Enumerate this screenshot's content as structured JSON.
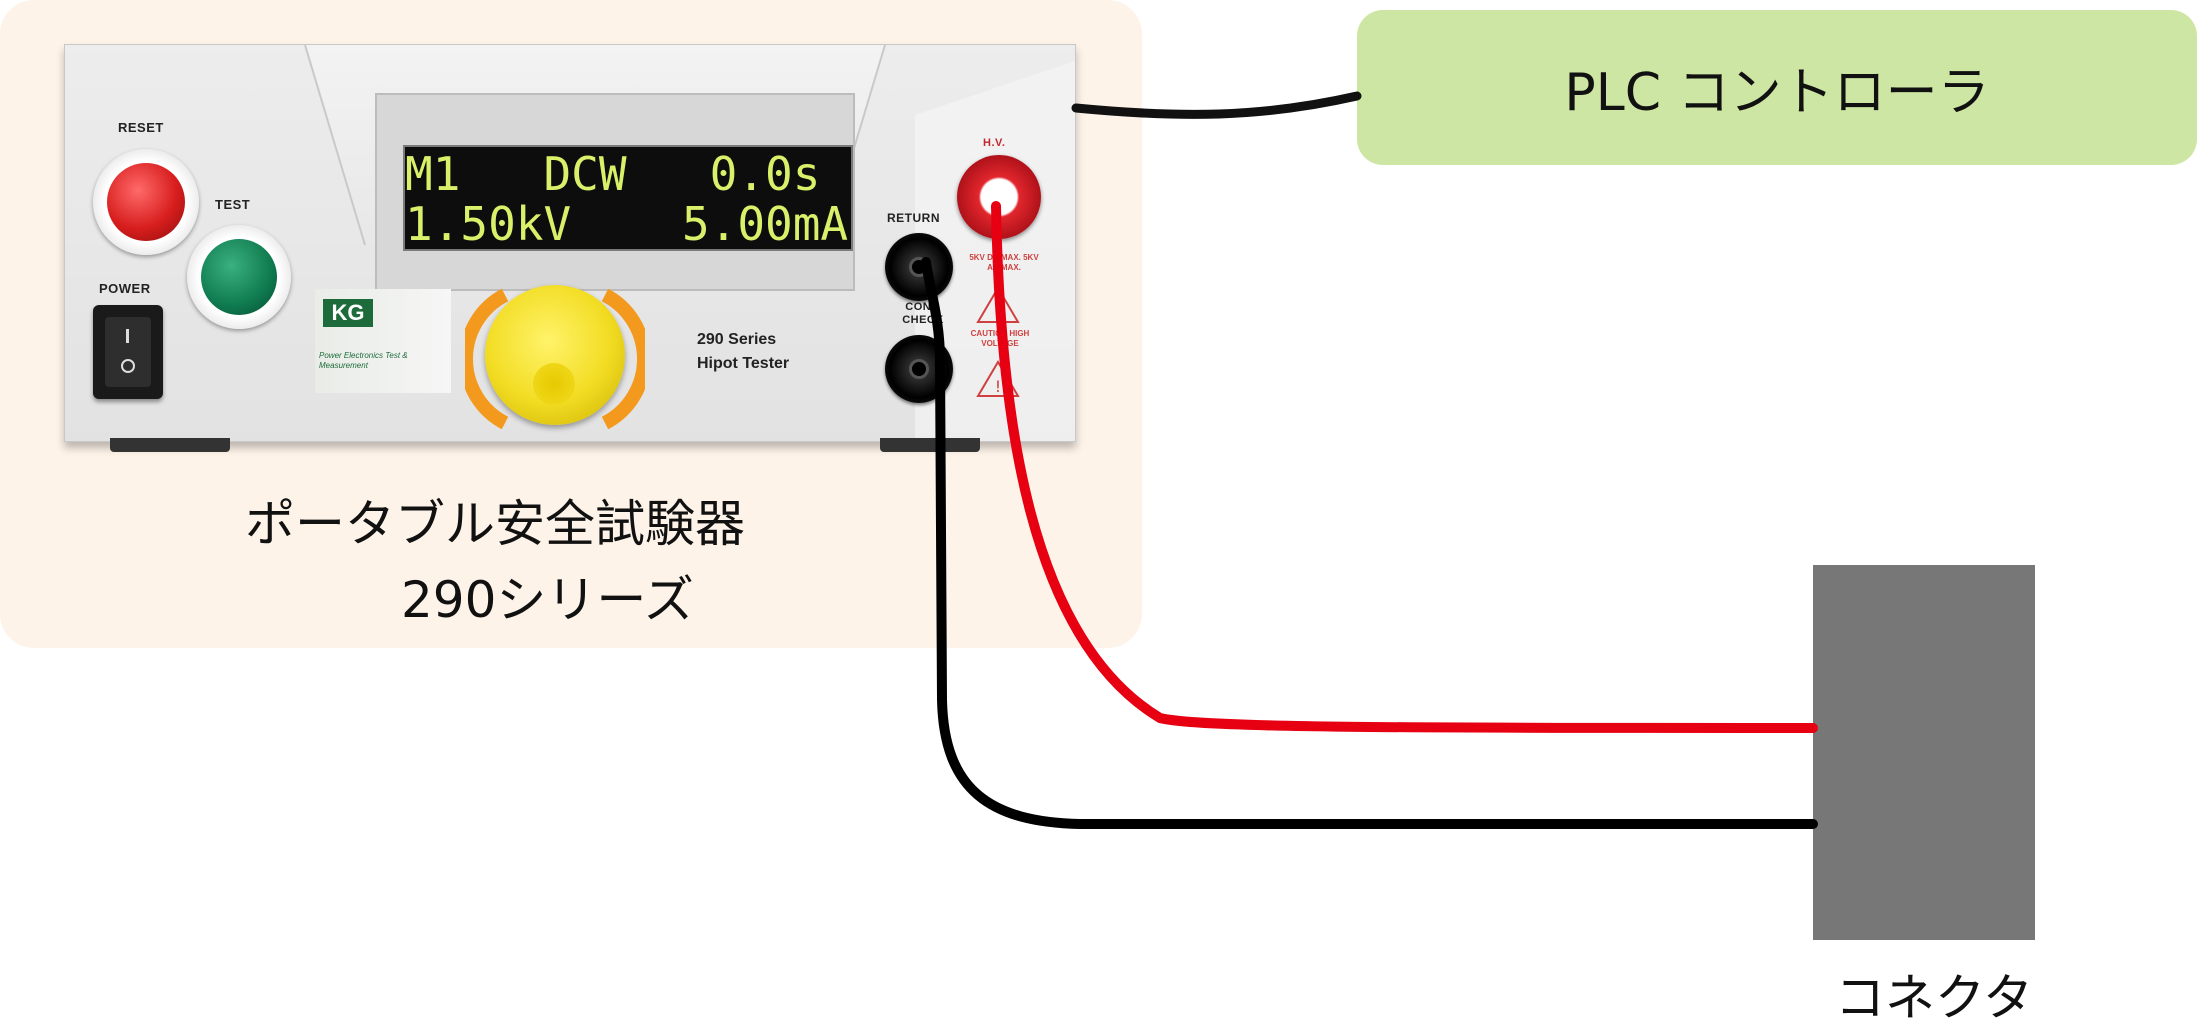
{
  "device": {
    "reset_label": "RESET",
    "test_label": "TEST",
    "power_label": "POWER",
    "display_line1": "M1   DCW   0.0s",
    "display_line2": "1.50kV    5.00mA",
    "brand": "KG",
    "brand_tagline": "Power Electronics Test & Measurement",
    "series_label": "290 Series",
    "model_label": "Hipot Tester",
    "return_label": "RETURN",
    "cont_check_label": "CONT. CHECK",
    "hv_label": "H.V.",
    "hv_rating": "5KV DC MAX. 5KV AC MAX.",
    "caution_label": "CAUTION HIGH VOLTAGE"
  },
  "captions": {
    "tester_line1": "ポータブル安全試験器",
    "tester_line2": "290シリーズ",
    "plc": "PLC コントローラ",
    "connector": "コネクタ"
  },
  "colors": {
    "panel_bg": "#fdf3e9",
    "plc_bg": "#cde6a3",
    "connector_bg": "#777777",
    "wire_red": "#e60012",
    "wire_black": "#000000",
    "reset_button": "#d81e1e",
    "test_button": "#0f7a4f",
    "knob": "#f2dc22",
    "knob_arc": "#f39a1e",
    "lcd_text": "#d9f06a"
  }
}
